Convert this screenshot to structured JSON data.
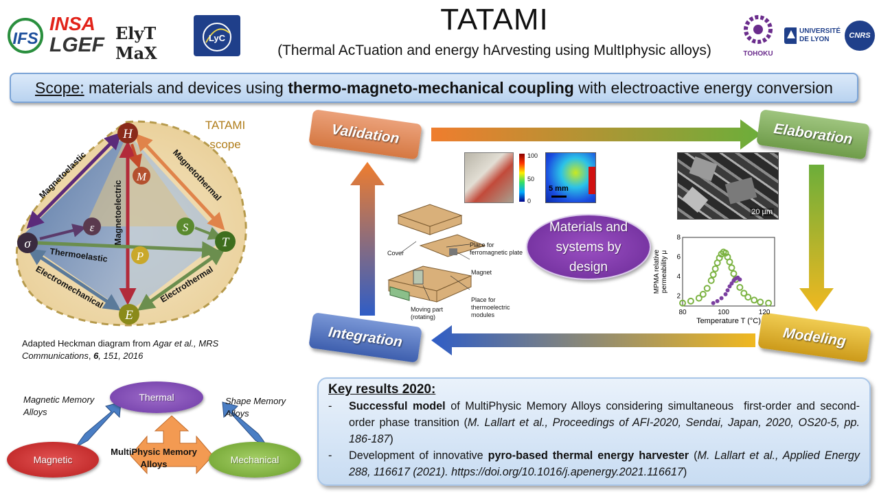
{
  "header": {
    "title": "TATAMI",
    "subtitle": "(Thermal AcTuation and energy hArvesting using MultIphysic alloys)"
  },
  "logos": {
    "ifs": "IFS",
    "insa": "INSA",
    "lgef": "LGEF",
    "elytmax": "ElyT MaX",
    "lyc": "LyC",
    "tohoku": "TOHOKU",
    "univ_lyon_1": "UNIVERSITÉ",
    "univ_lyon_2": "DE LYON",
    "cnrs": "CNRS"
  },
  "scope": {
    "label": "Scope:",
    "text_before": " materials and devices using ",
    "bold": "thermo-magneto-mechanical coupling",
    "text_after": " with electroactive energy conversion"
  },
  "heckman": {
    "tatami_scope_1": "TATAMI",
    "tatami_scope_2": "scope",
    "nodes": {
      "H": "H",
      "M": "M",
      "S": "S",
      "T": "T",
      "sigma": "σ",
      "eps": "ε",
      "P": "P",
      "E": "E"
    },
    "labels": {
      "magnetoelastic": "Magnetoelastic",
      "magnetoelectric": "Magnetoelectric",
      "magnetothermal": "Magnetothermal",
      "thermoelastic": "Thermoelastic",
      "electromechanical": "Electromechanical",
      "electrothermal": "Electrothermal"
    },
    "caption_1": "Adapted Heckman diagram from ",
    "caption_ref": "Agar et al., MRS Communications",
    "caption_vol": "6",
    "caption_end": ", 151, 2016"
  },
  "cycle": {
    "validation": "Validation",
    "elaboration": "Elaboration",
    "modeling": "Modeling",
    "integration": "Integration",
    "center": "Materials and systems by design"
  },
  "device_labels": {
    "cover": "Cover",
    "ferro": "Place for ferromagnetic plate",
    "magnet": "Magnet",
    "thermo": "Place for thermoelectric modules",
    "moving": "Moving part (rotating)"
  },
  "thermal_scale": {
    "max": "100",
    "mid": "50",
    "min": "0",
    "scalebar": "5 mm"
  },
  "micrograph": {
    "scalebar": "20 µm"
  },
  "chart_data": {
    "type": "scatter",
    "xlabel": "Temperature T (°C)",
    "ylabel": "MPMA relative permeability μ",
    "xlim": [
      80,
      125
    ],
    "ylim": [
      1,
      8
    ],
    "xticks": [
      "80",
      "100",
      "120"
    ],
    "yticks": [
      "2",
      "4",
      "6",
      "8"
    ],
    "series": [
      {
        "color": "#7cb342",
        "x": [
          80,
          84,
          88,
          90,
          92,
          94,
          95,
          96,
          97,
          98,
          99,
          100,
          101,
          102,
          103,
          104,
          105,
          106,
          108,
          110,
          112,
          115,
          118,
          122
        ],
        "y": [
          1.3,
          1.5,
          1.8,
          2.2,
          2.8,
          3.6,
          4.2,
          4.8,
          5.4,
          5.9,
          6.3,
          6.5,
          6.4,
          6.0,
          5.5,
          4.9,
          4.3,
          3.7,
          2.9,
          2.3,
          1.9,
          1.6,
          1.4,
          1.3
        ]
      },
      {
        "color": "#7b3fa0",
        "x": [
          95,
          97,
          99,
          101,
          102,
          103,
          104,
          105,
          106,
          107,
          108
        ],
        "y": [
          1.3,
          1.5,
          1.8,
          2.2,
          2.6,
          3.0,
          3.3,
          3.6,
          3.8,
          3.9,
          3.7
        ]
      }
    ]
  },
  "venn": {
    "thermal": "Thermal",
    "magnetic": "Magnetic",
    "mechanical": "Mechanical",
    "center": "MultiPhysic Memory Alloys",
    "mma": "Magnetic Memory Alloys",
    "sma": "Shape Memory Alloys"
  },
  "results": {
    "heading": "Key results 2020:",
    "r1_bold": "Successful model",
    "r1_text": " of MultiPhysic Memory Alloys considering simultaneous  first-order and second-order phase transition (",
    "r1_ref": "M. Lallart et al., Proceedings of AFI-2020, Sendai, Japan, 2020, OS20-5, pp. 186-187",
    "r1_end": ")",
    "r2_text": "Development of innovative ",
    "r2_bold": "pyro-based thermal energy harvester",
    "r2_mid": " (",
    "r2_ref": "M. Lallart et al., Applied Energy 288, 116617 (2021). https://doi.org/10.1016/j.apenergy.2021.116617",
    "r2_end": ")"
  },
  "colors": {
    "validation": "#e08a4f",
    "elaboration": "#7daa55",
    "modeling": "#d9a824",
    "integration": "#4f6fb5",
    "center": "#7a2fa2"
  }
}
